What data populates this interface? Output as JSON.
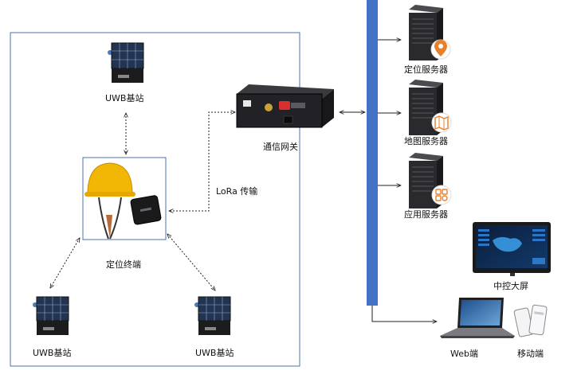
{
  "colors": {
    "frame": "#4a72b0",
    "bus": "#4472c4",
    "line": "#222222",
    "server_dark": "#2a2a2e",
    "badge_orange": "#e8812c"
  },
  "labels": {
    "uwb_top": "UWB基站",
    "terminal": "定位终端",
    "uwb_left": "UWB基站",
    "uwb_right": "UWB基站",
    "gateway": "通信网关",
    "lora": "LoRa 传输",
    "server_location": "定位服务器",
    "server_map": "地图服务器",
    "server_app": "应用服务器",
    "big_screen": "中控大屏",
    "web": "Web端",
    "mobile": "移动端"
  },
  "icons": {
    "uwb_station": "uwb-station-icon",
    "helmet": "helmet-icon",
    "tag": "tag-device-icon",
    "gateway": "gateway-box-icon",
    "server": "tower-server-icon",
    "pin": "location-pin-icon",
    "map": "map-icon",
    "apps": "apps-grid-icon",
    "monitor": "monitor-icon",
    "laptop": "laptop-icon",
    "phone": "phone-icon"
  }
}
